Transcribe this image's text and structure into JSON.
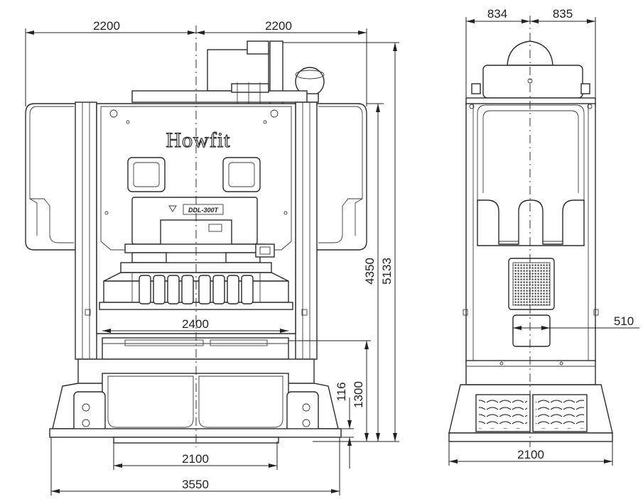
{
  "brand": {
    "logo_text": "Howfit",
    "model_badge": "DDL-300T"
  },
  "dimensions": {
    "front_half_width_left": "2200",
    "front_half_width_right": "2200",
    "bolster_width": "2400",
    "base_inner_width": "2100",
    "base_overall_width": "3550",
    "height_frame": "4350",
    "height_overall": "5133",
    "height_bed": "1300",
    "height_foot": "116",
    "side_half_left": "834",
    "side_half_right": "835",
    "side_slot": "510",
    "side_base_width": "2100"
  }
}
